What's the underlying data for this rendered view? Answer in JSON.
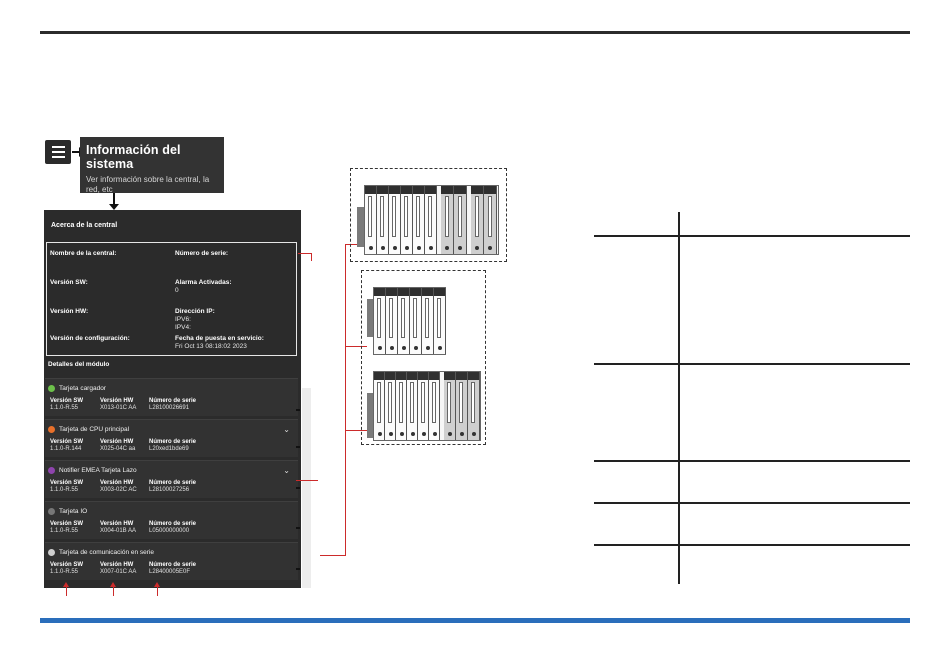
{
  "system_info": {
    "title": "Información del sistema",
    "subtitle": "Ver información sobre la central, la red, etc"
  },
  "panel": {
    "title": "Acerca de la central",
    "fields": {
      "panel_name_label": "Nombre de la central:",
      "serial_label": "Número de serie:",
      "sw_label": "Versión SW:",
      "alarms_label": "Alarma Activadas:",
      "alarms_value": "0",
      "hw_label": "Versión HW:",
      "ip_label": "Dirección IP:",
      "ipv6_label": "IPV6:",
      "ipv4_label": "IPV4:",
      "config_label": "Versión de configuración:",
      "commission_label": "Fecha de puesta en servicio:",
      "commission_value": "Fri Oct 13 08:18:02 2023"
    },
    "modules_title": "Detalles del módulo",
    "col_headers": {
      "sw": "Versión SW",
      "hw": "Versión HW",
      "serial": "Número de serie"
    },
    "modules": [
      {
        "name": "Tarjeta cargador",
        "color": "#6cc04a",
        "sw": "1.1.0-R.55",
        "hw": "X013-01C AA",
        "serial": "L28100026691",
        "chevron": ""
      },
      {
        "name": "Tarjeta de CPU principal",
        "color": "#e8702a",
        "sw": "1.1.0-R.144",
        "hw": "X025-04C aa",
        "serial": "L20xed1bde69",
        "chevron": "⌄"
      },
      {
        "name": "Notifier EMEA Tarjeta Lazo",
        "color": "#8e44ad",
        "sw": "1.1.0-R.55",
        "hw": "X003-02C AC",
        "serial": "L28100027256",
        "chevron": "⌄"
      },
      {
        "name": "Tarjeta IO",
        "color": "#777777",
        "sw": "1.1.0-R.55",
        "hw": "X004-01B AA",
        "serial": "L05000000000",
        "chevron": ""
      },
      {
        "name": "Tarjeta de comunicación en serie",
        "color": "#cfcfcf",
        "sw": "1.1.0-R.55",
        "hw": "X007-01C AA",
        "serial": "L28400005E0F",
        "chevron": ""
      }
    ]
  },
  "colors": {
    "accent_blue": "#2a6ebb",
    "callout_red": "#cc2b2b",
    "panel_dark": "#2b2b2b"
  },
  "icons": {
    "menu": "hamburger-menu-icon",
    "chevron": "chevron-down-icon"
  }
}
